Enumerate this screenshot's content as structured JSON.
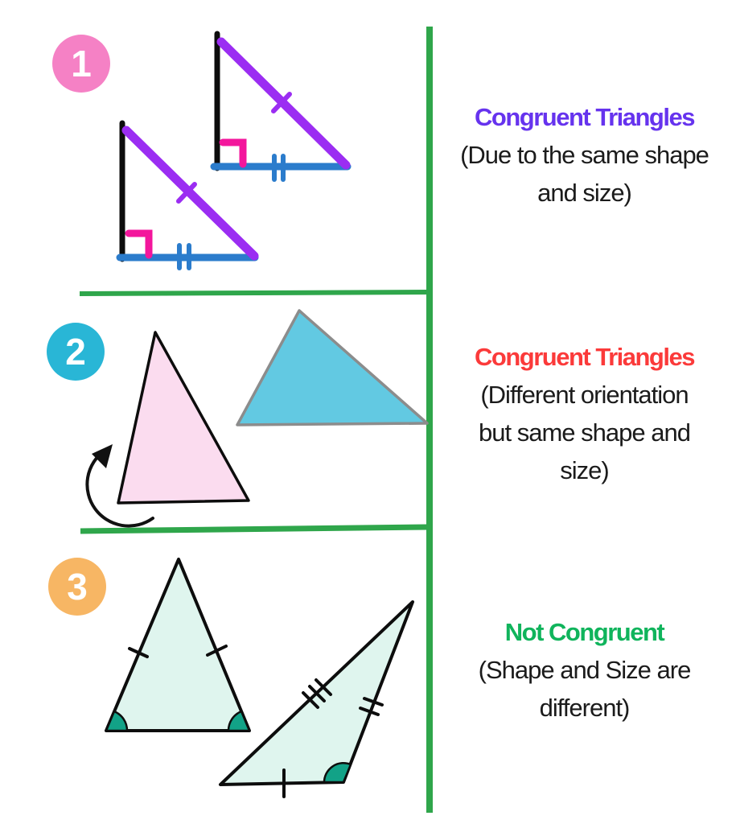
{
  "colors": {
    "badge1": "#f581c5",
    "badge2": "#29b6d6",
    "badge3": "#f7b664",
    "badge_text": "#ffffff",
    "outline_black": "#0d0d0d",
    "hypotenuse_purple": "#9b2df2",
    "base_blue": "#2b7ccc",
    "right_angle_pink": "#f3169c",
    "pink_fill": "#fbdcef",
    "blue_fill": "#62c9e2",
    "blue_stroke": "#8c8c8c",
    "mint_fill": "#dff5ee",
    "teal_angle": "#12a287",
    "divider_green": "#2fa64b",
    "heading1_purple": "#6633ee",
    "heading2_red": "#fb3a3a",
    "heading3_green": "#10b45c",
    "body_text": "#1b1b1b",
    "arrow_black": "#111111"
  },
  "sections": [
    {
      "number": "1",
      "caption": {
        "heading": "Congruent Triangles",
        "lines": [
          "(Due to the same shape",
          "and size)"
        ]
      }
    },
    {
      "number": "2",
      "caption": {
        "heading": "Congruent Triangles",
        "lines": [
          "(Different orientation",
          "but same shape and",
          "size)"
        ]
      }
    },
    {
      "number": "3",
      "caption": {
        "heading": "Not Congruent",
        "lines": [
          "(Shape and Size are",
          "different)"
        ]
      }
    }
  ]
}
